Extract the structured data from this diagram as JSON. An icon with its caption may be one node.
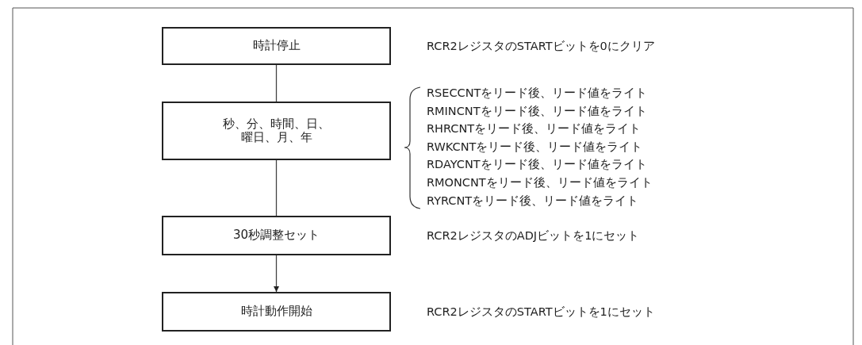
{
  "diagram": {
    "nodes": [
      {
        "text": [
          "時計停止"
        ],
        "beside": [
          "RCR2レジスタのSTARTビットを0にクリア"
        ]
      },
      {
        "text": [
          "秒、分、時間、日、曜日、月、年"
        ],
        "beside": [
          "RSECCNTをリード後、リード値をライト",
          "RMINCNTをリード後、リード値をライト",
          "RHRCNTをリード後、リード値をライト",
          "RWKCNTをリード後、リード値をライト",
          "RDAYCNTをリード後、リード値をライト",
          "RMONCNTをリード後、リード値をライト",
          "RYRCNTをリード後、リード値をライト"
        ]
      },
      {
        "text": [
          "30秒調整セット"
        ],
        "beside": [
          "RCR2レジスタのADJビットを1にセット"
        ]
      },
      {
        "text": [
          "時計動作開始"
        ],
        "beside": [
          "RCR2レジスタのSTARTビットを1にセット"
        ]
      }
    ],
    "edges": [
      {
        "from": 0,
        "to": 1,
        "arrow": "none"
      },
      {
        "from": 1,
        "to": 2,
        "arrow": "none"
      },
      {
        "from": 2,
        "to": 3,
        "arrow": "to"
      }
    ]
  }
}
